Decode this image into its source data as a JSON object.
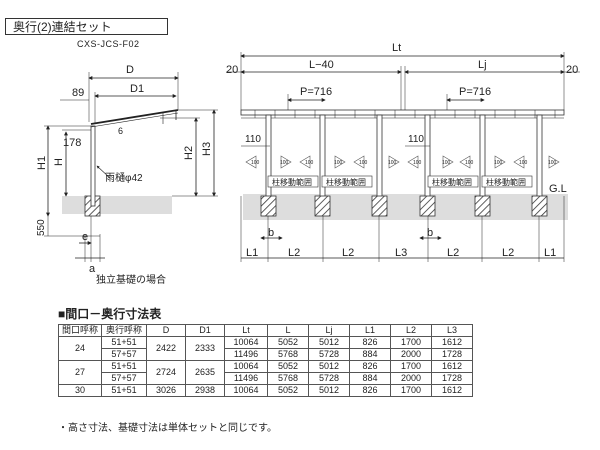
{
  "header": {
    "title": "奥行(2)連結セット",
    "model_code": "CXS-JCS-F02"
  },
  "side_view": {
    "labels": {
      "D": "D",
      "D1": "D1",
      "d89": "89",
      "d178": "178",
      "slope": "6",
      "H1": "H1",
      "H": "H",
      "H2": "H2",
      "H3": "H3",
      "gutter": "雨樋φ42",
      "d550": "550",
      "e": "e",
      "a": "a"
    },
    "caption": "独立基礎の場合"
  },
  "front_view": {
    "labels": {
      "Lt": "Lt",
      "L40": "L−40",
      "Lj": "Lj",
      "edge_left": "20",
      "edge_right": "20",
      "pitch_left": "P=716",
      "pitch_right": "P=716",
      "d110_left": "110",
      "d110_right": "110",
      "arrow_num": "100",
      "post_move": "柱移動範囲",
      "GL": "G.L",
      "b": "b",
      "L1": "L1",
      "L2": "L2",
      "L3": "L3"
    }
  },
  "table": {
    "title": "■間口－奥行寸法表",
    "headers": [
      "間口呼称",
      "奥行呼称",
      "D",
      "D1",
      "Lt",
      "L",
      "Lj",
      "L1",
      "L2",
      "L3"
    ],
    "groups": [
      {
        "width_name": "24",
        "D": "2422",
        "D1": "2333",
        "rows": [
          {
            "depth_name": "51+51",
            "Lt": "10064",
            "L": "5052",
            "Lj": "5012",
            "L1": "826",
            "L2": "1700",
            "L3": "1612"
          },
          {
            "depth_name": "57+57",
            "Lt": "11496",
            "L": "5768",
            "Lj": "5728",
            "L1": "884",
            "L2": "2000",
            "L3": "1728"
          }
        ]
      },
      {
        "width_name": "27",
        "D": "2724",
        "D1": "2635",
        "rows": [
          {
            "depth_name": "51+51",
            "Lt": "10064",
            "L": "5052",
            "Lj": "5012",
            "L1": "826",
            "L2": "1700",
            "L3": "1612"
          },
          {
            "depth_name": "57+57",
            "Lt": "11496",
            "L": "5768",
            "Lj": "5728",
            "L1": "884",
            "L2": "2000",
            "L3": "1728"
          }
        ]
      },
      {
        "width_name": "30",
        "D": "3026",
        "D1": "2938",
        "rows": [
          {
            "depth_name": "51+51",
            "Lt": "10064",
            "L": "5052",
            "Lj": "5012",
            "L1": "826",
            "L2": "1700",
            "L3": "1612"
          }
        ]
      }
    ]
  },
  "note": "・高さ寸法、基礎寸法は単体セットと同じです。"
}
